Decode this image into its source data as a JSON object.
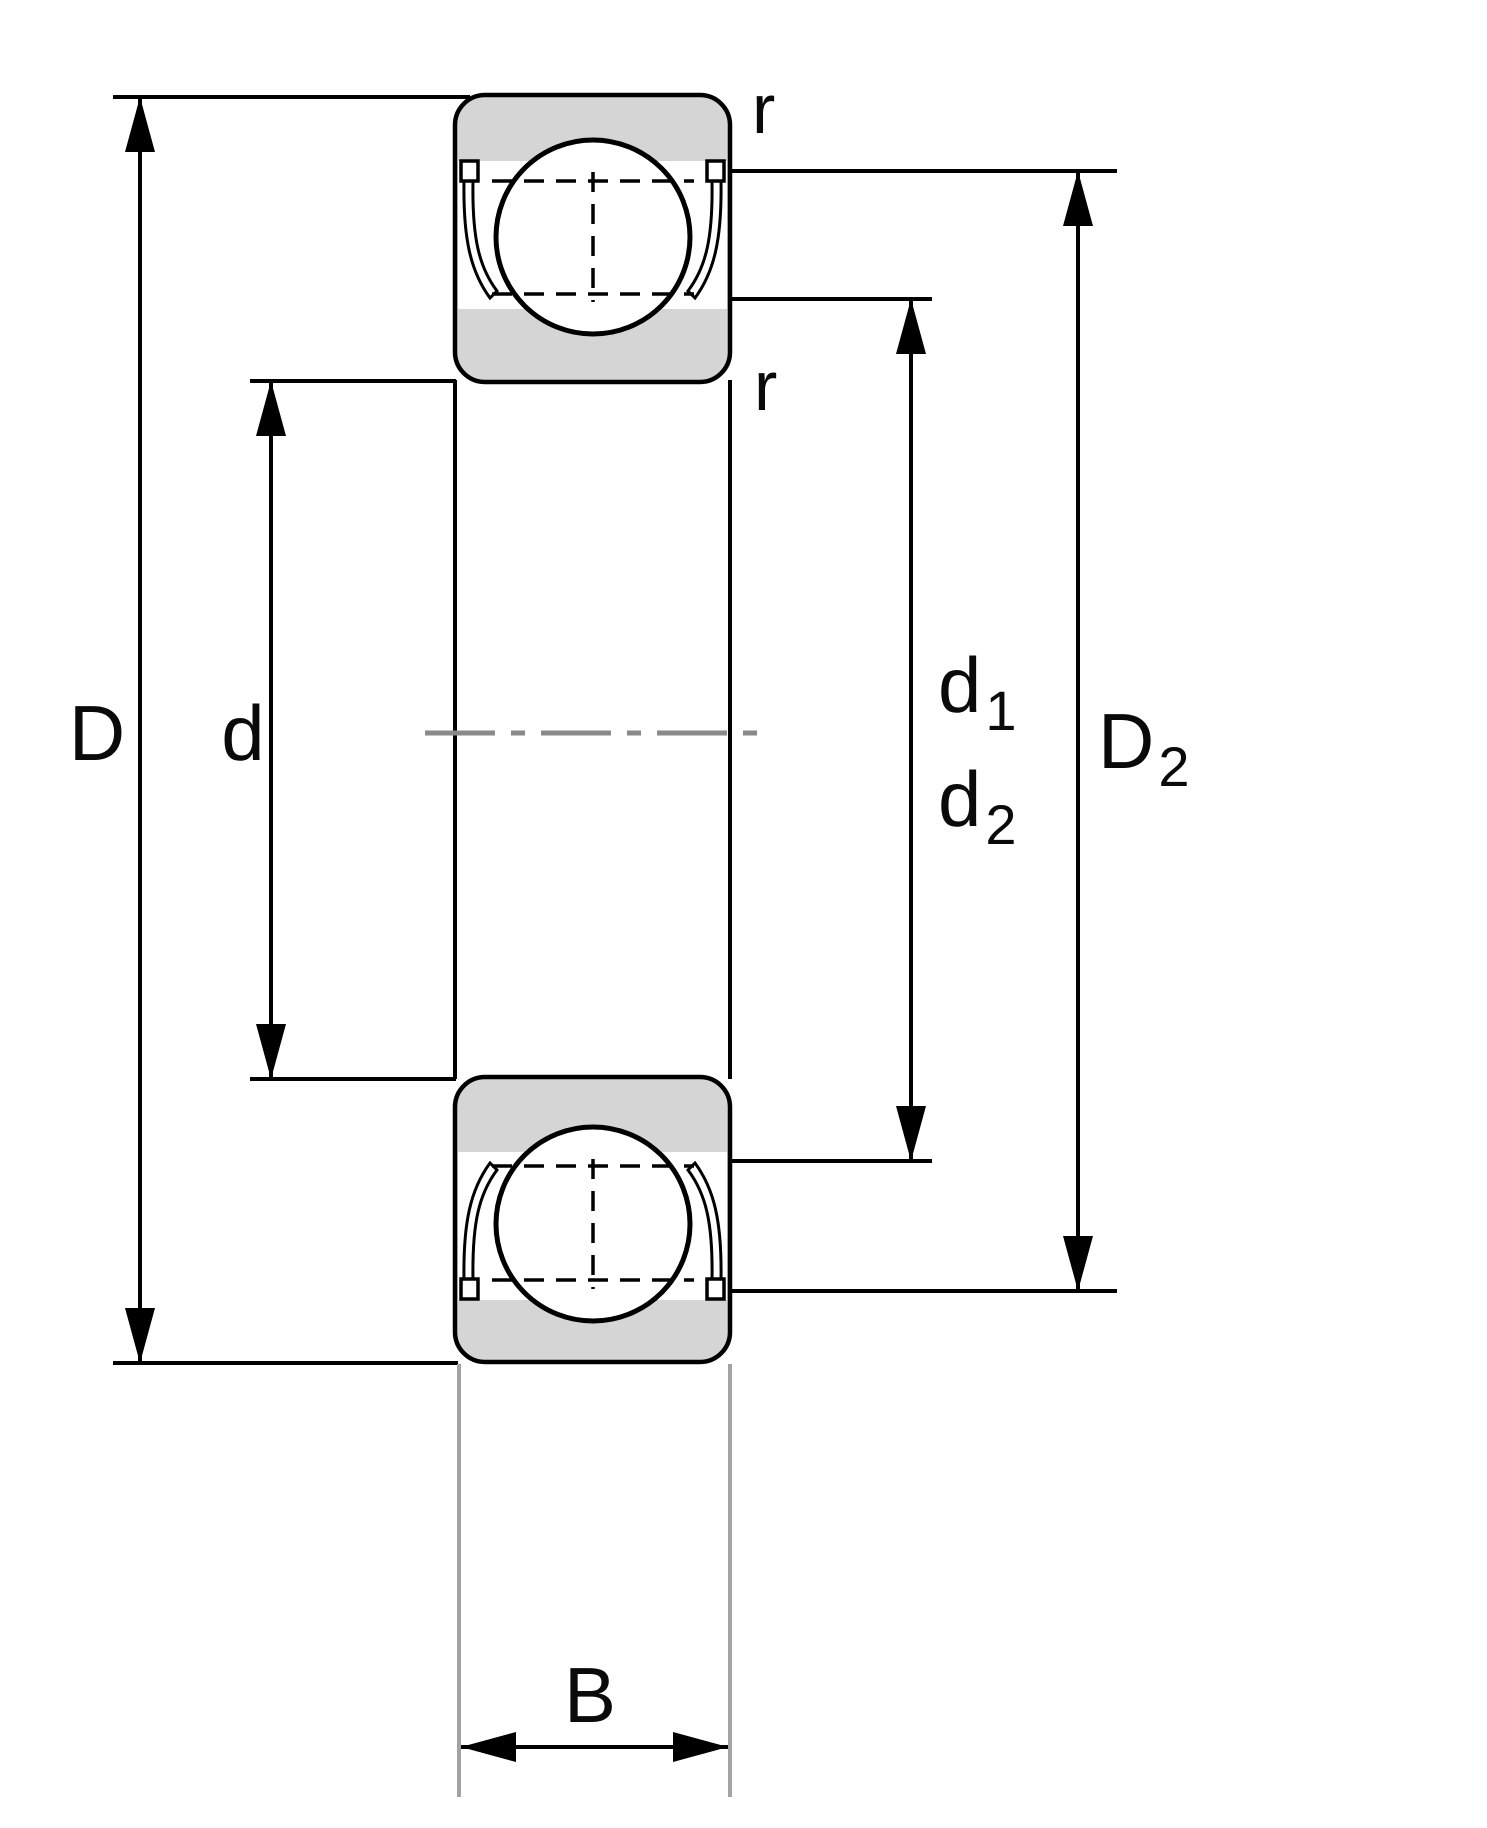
{
  "diagram": {
    "labels": {
      "D": "D",
      "d": "d",
      "d1_base": "d",
      "d1_sub": "1",
      "d2_base": "d",
      "d2_sub": "2",
      "D2_base": "D",
      "D2_sub": "2",
      "B": "B",
      "r_top": "r",
      "r_bottom": "r"
    },
    "colors": {
      "ring_fill": "#d5d5d5",
      "outline": "#000000",
      "centerline": "#8a8a8a",
      "extension_line": "#a3a3a3",
      "background": "#ffffff"
    }
  }
}
